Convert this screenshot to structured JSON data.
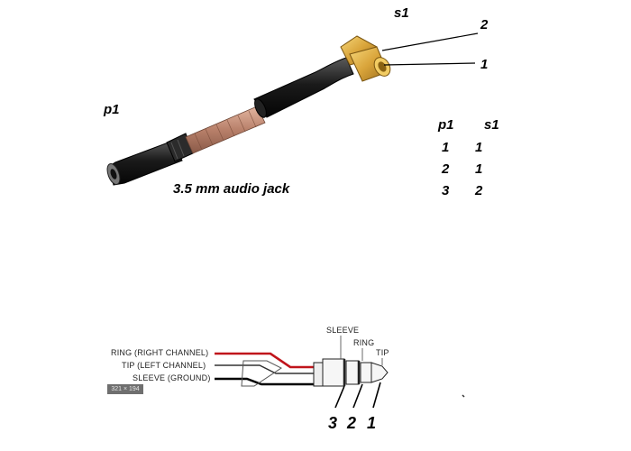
{
  "top": {
    "connector_s1_label": "s1",
    "jack_p1_label": "p1",
    "pin_2_label": "2",
    "pin_1_label": "1",
    "jack_caption": "3.5 mm audio jack"
  },
  "pin_table": {
    "headers": [
      "p1",
      "s1"
    ],
    "rows": [
      [
        "1",
        "1"
      ],
      [
        "2",
        "1"
      ],
      [
        "3",
        "2"
      ]
    ]
  },
  "wiring": {
    "ring_label": "RING (RIGHT CHANNEL)",
    "tip_label": "TIP (LEFT CHANNEL)",
    "sleeve_label": "SLEEVE (GROUND)",
    "plug_sleeve_label": "SLEEVE",
    "plug_ring_label": "RING",
    "plug_tip_label": "TIP",
    "watermark": "321 × 194",
    "numbers": [
      "3",
      "2",
      "1"
    ]
  },
  "colors": {
    "ring_wire": "#c0141b",
    "gold": "#e2b24a",
    "cable_black": "#1e1e1e",
    "braid": "#c8927a"
  }
}
